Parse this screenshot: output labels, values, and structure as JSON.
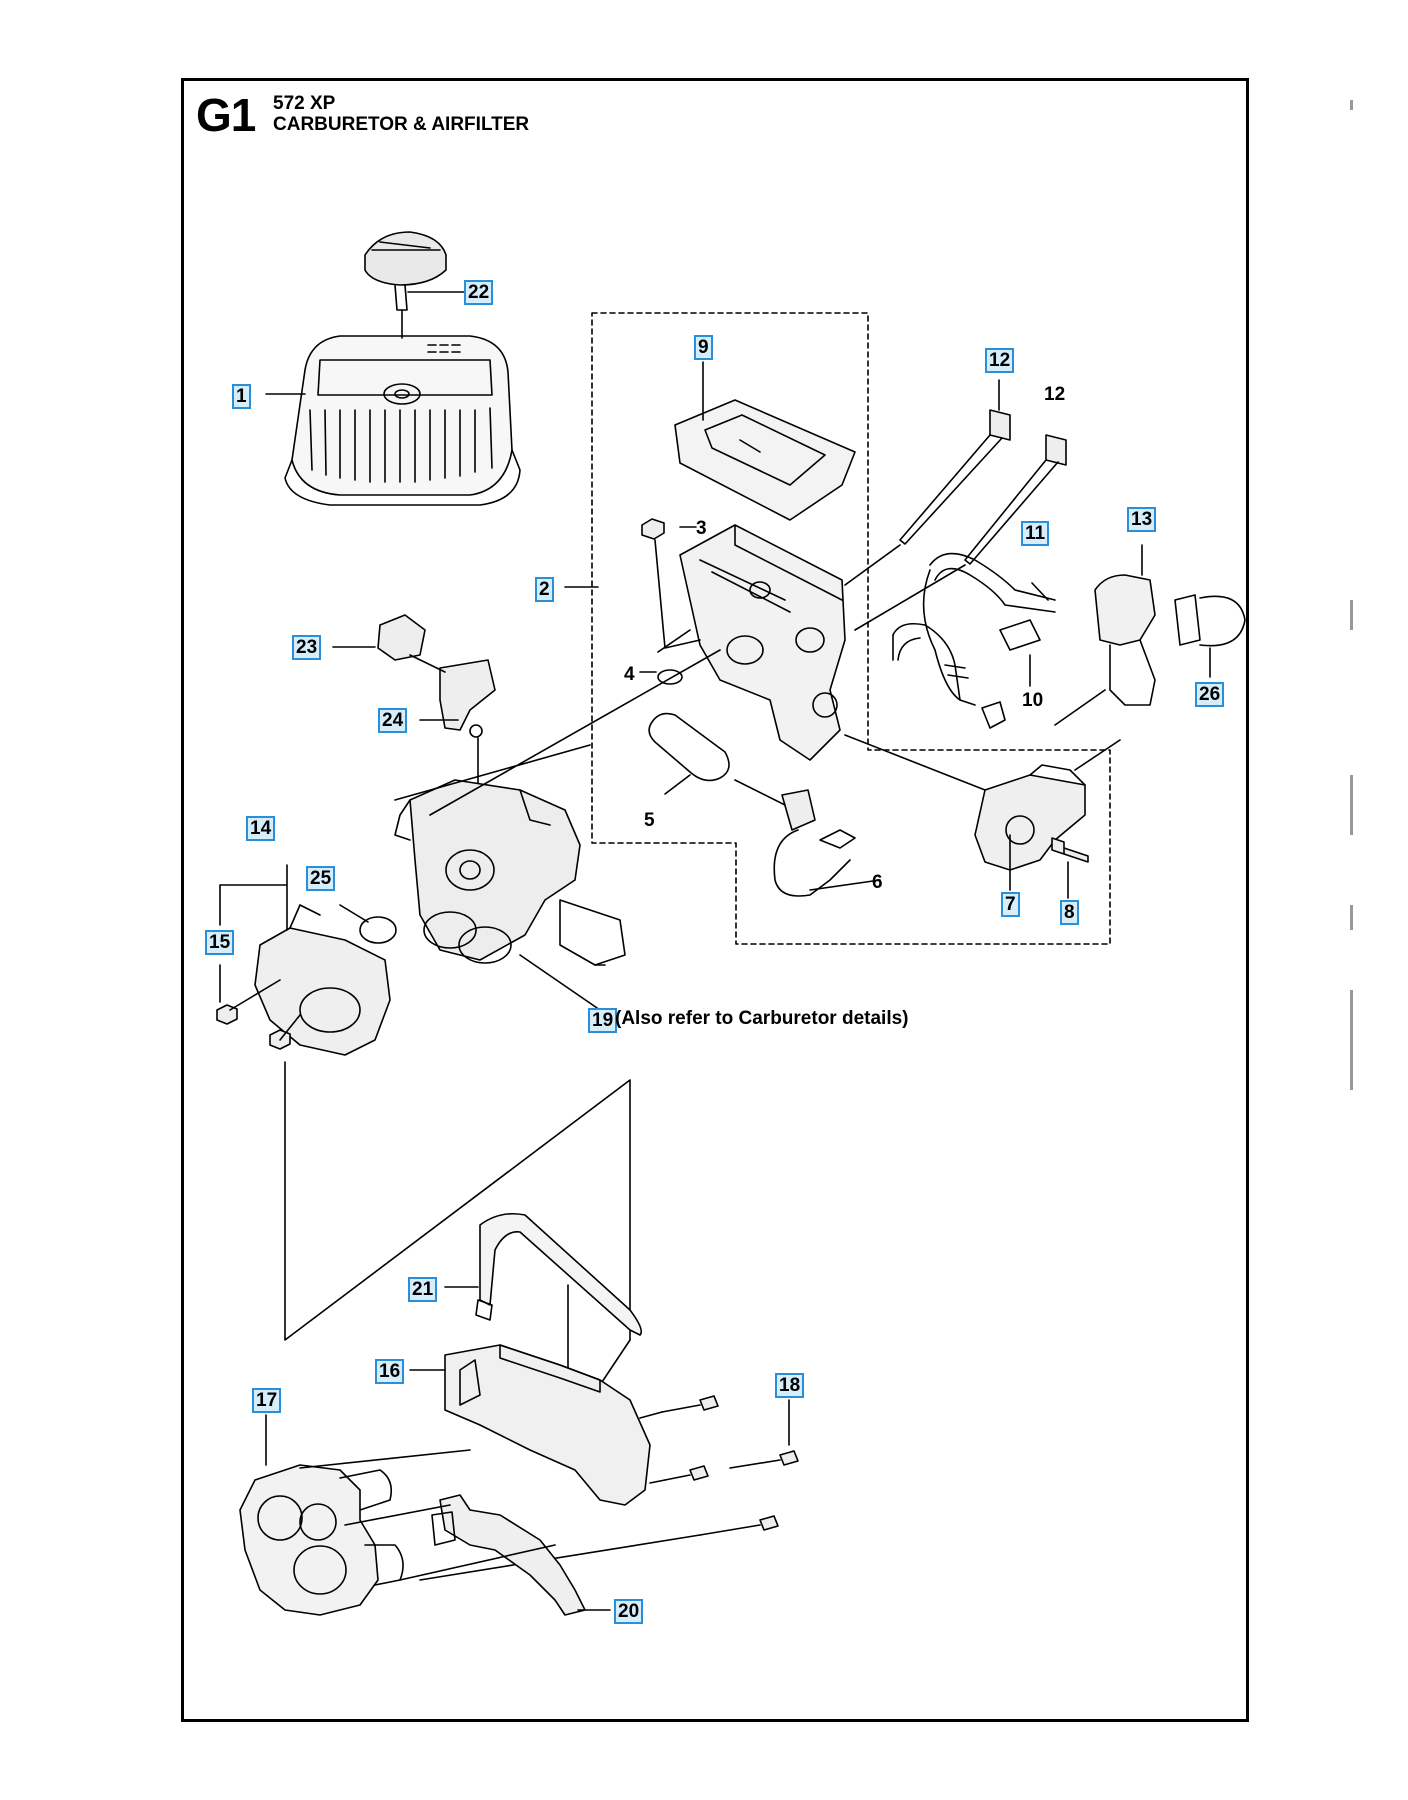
{
  "header": {
    "code": "G1",
    "model": "572 XP",
    "title": "CARBURETOR & AIRFILTER"
  },
  "callouts": {
    "c1": "1",
    "c2": "2",
    "c3": "3",
    "c4": "4",
    "c5": "5",
    "c6": "6",
    "c7": "7",
    "c8": "8",
    "c9": "9",
    "c10": "10",
    "c11": "11",
    "c12a": "12",
    "c12b": "12",
    "c13": "13",
    "c14": "14",
    "c15": "15",
    "c16": "16",
    "c17": "17",
    "c18": "18",
    "c19": "19",
    "c20": "20",
    "c21": "21",
    "c22": "22",
    "c23": "23",
    "c24": "24",
    "c25": "25",
    "c26": "26"
  },
  "notes": {
    "c19_note": "(Also refer to Carburetor details)"
  },
  "colors": {
    "callout_border": "#2a8fd6",
    "callout_fill": "#d6eefc",
    "line": "#000000"
  }
}
